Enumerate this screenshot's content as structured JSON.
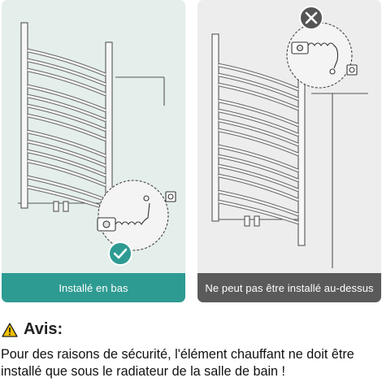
{
  "panels": [
    {
      "id": "installed-below",
      "caption": "Installé en bas",
      "status_icon": "check-icon",
      "status_color": "#2e9b92"
    },
    {
      "id": "not-installed-above",
      "caption": "Ne peut pas être installé au-dessus",
      "status_icon": "close-icon",
      "status_color": "#555555"
    }
  ],
  "warning": {
    "icon": "warning-triangle-icon",
    "icon_color": "#f2c100",
    "title": "Avis:",
    "text": "Pour des raisons de sécurité, l'élément chauffant ne doit être installé que sous le radiateur de la salle de bain !"
  },
  "colors": {
    "teal": "#2e9b92",
    "panel_left_bg": "#e4eeeb",
    "panel_right_bg": "#ededed",
    "caption_dark": "#5a5a5a"
  }
}
